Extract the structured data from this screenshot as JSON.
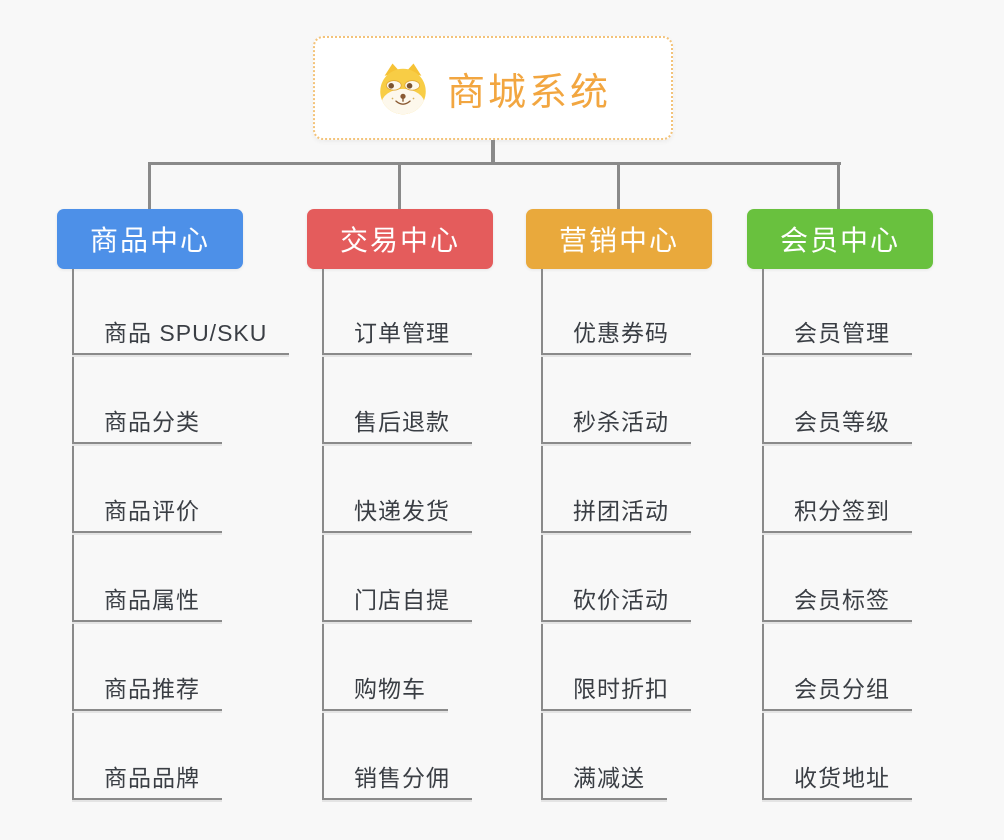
{
  "root": {
    "label": "商城系统",
    "icon": "dog-icon",
    "text_color": "#f2a640",
    "border_color": "#f3c37a"
  },
  "connector_color": "#8a8a8a",
  "branches": [
    {
      "label": "商品中心",
      "color": "#4d90e8",
      "children": [
        "商品 SPU/SKU",
        "商品分类",
        "商品评价",
        "商品属性",
        "商品推荐",
        "商品品牌"
      ]
    },
    {
      "label": "交易中心",
      "color": "#e45c5c",
      "children": [
        "订单管理",
        "售后退款",
        "快递发货",
        "门店自提",
        "购物车",
        "销售分佣"
      ]
    },
    {
      "label": "营销中心",
      "color": "#e9a93c",
      "children": [
        "优惠券码",
        "秒杀活动",
        "拼团活动",
        "砍价活动",
        "限时折扣",
        "满减送"
      ]
    },
    {
      "label": "会员中心",
      "color": "#69c13e",
      "children": [
        "会员管理",
        "会员等级",
        "积分签到",
        "会员标签",
        "会员分组",
        "收货地址"
      ]
    }
  ]
}
